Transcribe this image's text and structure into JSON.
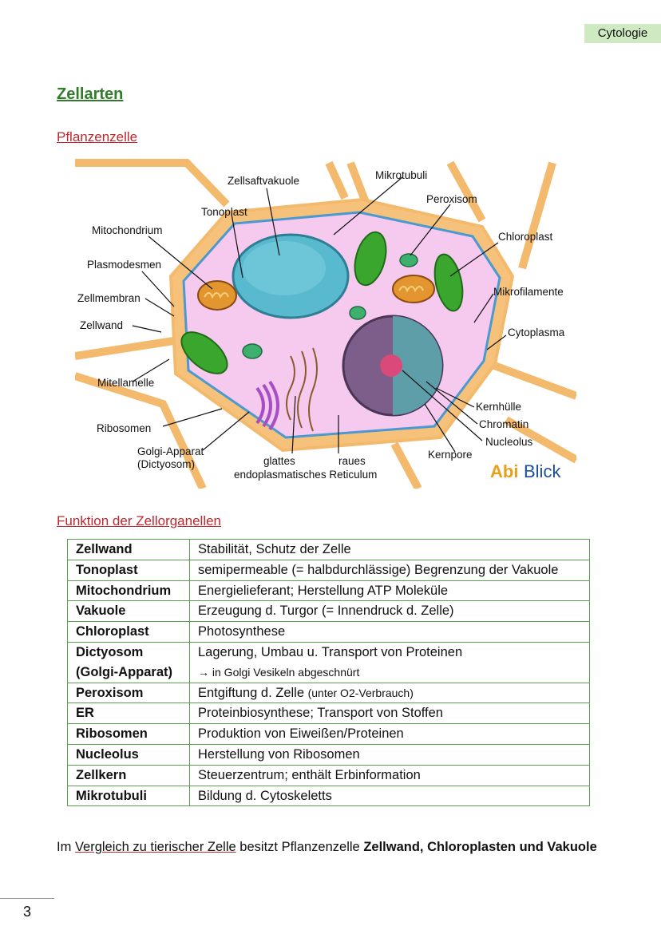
{
  "header": {
    "tag": "Cytologie"
  },
  "title": "Zellarten",
  "section_plant": "Pflanzenzelle",
  "diagram": {
    "labels": {
      "zellsaftvakuole": "Zellsaftvakuole",
      "mikrotubuli": "Mikrotubuli",
      "peroxisom": "Peroxisom",
      "tonoplast": "Tonoplast",
      "mitochondrium": "Mitochondrium",
      "chloroplast": "Chloroplast",
      "plasmodesmen": "Plasmodesmen",
      "mikrofilamente": "Mikrofilamente",
      "zellmembran": "Zellmembran",
      "zellwand": "Zellwand",
      "cytoplasma": "Cytoplasma",
      "mitellamelle": "Mitellamelle",
      "kernhuelle": "Kernhülle",
      "chromatin": "Chromatin",
      "ribosomen": "Ribosomen",
      "nucleolus": "Nucleolus",
      "golgi": "Golgi-Apparat",
      "dictyosom": "(Dictyosom)",
      "glattes": "glattes",
      "raues": "raues",
      "er": "endoplasmatisches Reticulum",
      "kernpore": "Kernpore"
    },
    "logo_abi": "Abi",
    "logo_blick": "Blick",
    "colors": {
      "wall": "#f6c27b",
      "cytoplasm": "#f6c9ef",
      "vacuole": "#58b9cf",
      "chloroplast": "#3aa62e",
      "mito": "#d98a2b",
      "nucleus": "#8a6a95"
    }
  },
  "section_functions": "Funktion der Zellorganellen",
  "organelles": [
    {
      "name": "Zellwand",
      "func": "Stabilität, Schutz der Zelle"
    },
    {
      "name": "Tonoplast",
      "func": "semipermeable (= halbdurchlässige) Begrenzung der Vakuole"
    },
    {
      "name": "Mitochondrium",
      "func": "Energielieferant; Herstellung ATP Moleküle"
    },
    {
      "name": "Vakuole",
      "func": "Erzeugung d. Turgor (= Innendruck d. Zelle)"
    },
    {
      "name": "Chloroplast",
      "func": "Photosynthese"
    },
    {
      "name": "Dictyosom",
      "name2": "(Golgi-Apparat)",
      "func": "Lagerung, Umbau u. Transport von Proteinen",
      "func2": "→ in Golgi Vesikeln abgeschnürt"
    },
    {
      "name": "Peroxisom",
      "func": "Entgiftung d. Zelle",
      "func_small": "(unter O2-Verbrauch)"
    },
    {
      "name": "ER",
      "func": "Proteinbiosynthese; Transport von Stoffen"
    },
    {
      "name": "Ribosomen",
      "func": "Produktion von Eiweißen/Proteinen"
    },
    {
      "name": "Nucleolus",
      "func": "Herstellung von Ribosomen"
    },
    {
      "name": "Zellkern",
      "func": "Steuerzentrum; enthält Erbinformation"
    },
    {
      "name": "Mikrotubuli",
      "func": "Bildung d. Cytoskeletts"
    }
  ],
  "footer": {
    "pre": "Im",
    "link": "Vergleich zu tierischer Zelle",
    "mid": "besitzt Pflanzenzelle",
    "bold": "Zellwand, Chloroplasten und Vakuole"
  },
  "page_number": "3"
}
